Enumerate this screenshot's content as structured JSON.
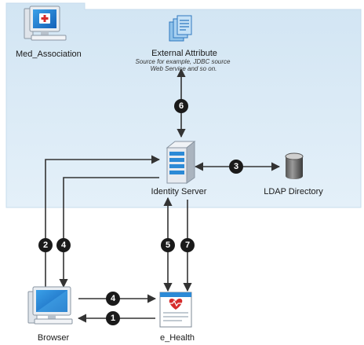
{
  "nodes": {
    "med_association": "Med_Association",
    "external_attribute": "External Attribute",
    "external_attribute_note_1": "Source for example, JDBC source",
    "external_attribute_note_2": "Web Service and so on.",
    "identity_server": "Identity Server",
    "ldap_directory": "LDAP Directory",
    "browser": "Browser",
    "e_health": "e_Health"
  },
  "steps": {
    "s1": "1",
    "s2": "2",
    "s3": "3",
    "s4_left": "4",
    "s4_bottom": "4",
    "s5": "5",
    "s6": "6",
    "s7": "7"
  },
  "icons": {
    "med_association": "computer-monitor-with-health-logo-icon",
    "external_attribute": "document-stack-icon",
    "identity_server": "server-tower-icon",
    "ldap_directory": "database-cylinder-icon",
    "browser": "desktop-computer-icon",
    "e_health": "web-page-with-heart-icon"
  },
  "colors": {
    "trust_zone": "#dcebf6",
    "arrow": "#333333",
    "badge": "#1a1a1a"
  }
}
